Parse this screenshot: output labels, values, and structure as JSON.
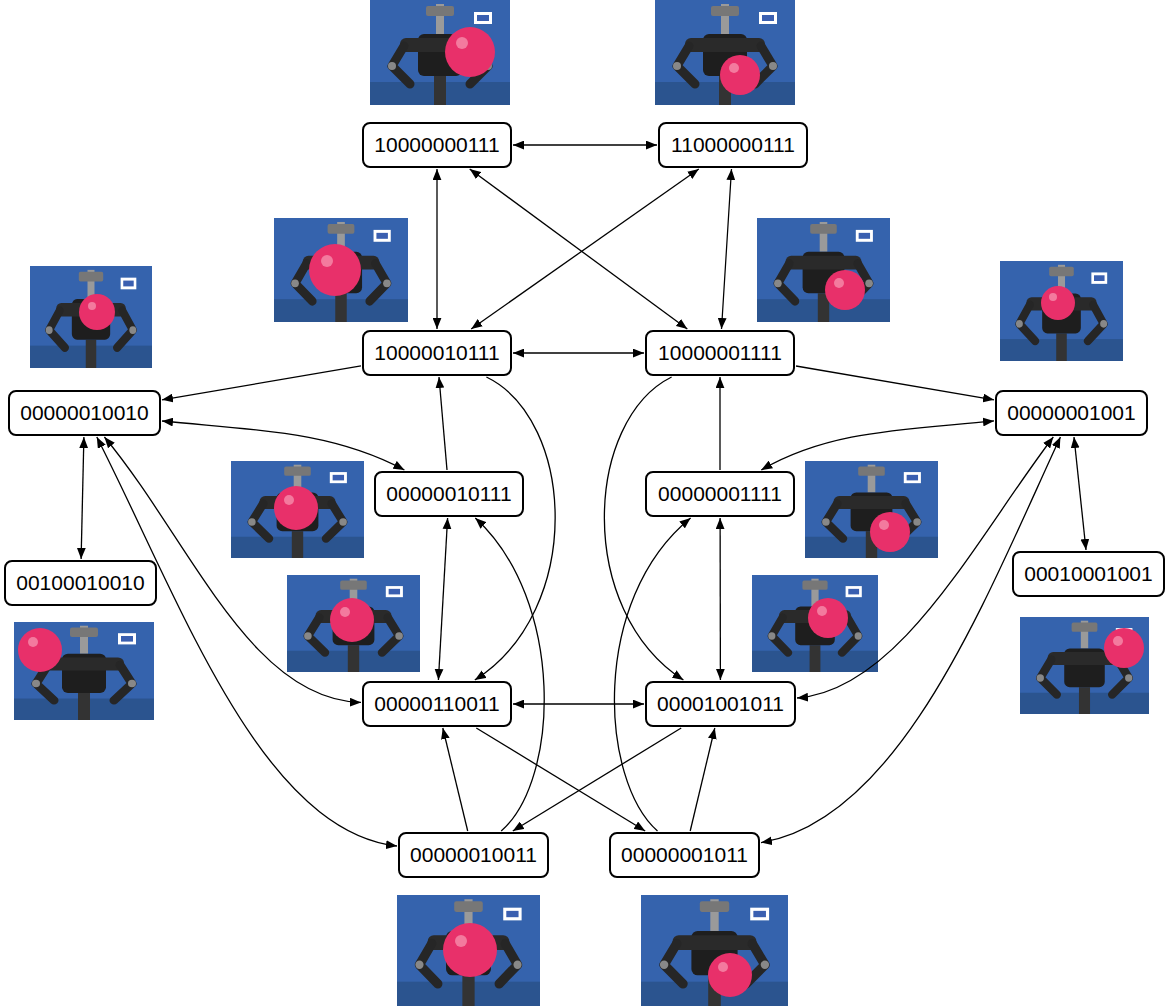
{
  "diagram": {
    "nodes": [
      {
        "text": [
          "10000000111"
        ]
      },
      {
        "text": [
          "11000000111"
        ]
      },
      {
        "text": [
          "10000010111"
        ]
      },
      {
        "text": [
          "10000001111"
        ]
      },
      {
        "text": [
          "00000010010"
        ]
      },
      {
        "text": [
          "00000001001"
        ]
      },
      {
        "text": [
          "00000010111"
        ]
      },
      {
        "text": [
          "00000001111"
        ]
      },
      {
        "text": [
          "00100010010"
        ]
      },
      {
        "text": [
          "00010001001"
        ]
      },
      {
        "text": [
          "00000110011"
        ]
      },
      {
        "text": [
          "00001001011"
        ]
      },
      {
        "text": [
          "00000010011"
        ]
      },
      {
        "text": [
          "00000001011"
        ]
      }
    ],
    "edges": [
      {
        "from": 0,
        "to": 1,
        "arrow": "both"
      },
      {
        "from": 0,
        "to": 2,
        "arrow": "both"
      },
      {
        "from": 1,
        "to": 3,
        "arrow": "both"
      },
      {
        "from": 0,
        "to": 3,
        "arrow": "both"
      },
      {
        "from": 1,
        "to": 2,
        "arrow": "both"
      },
      {
        "from": 2,
        "to": 3,
        "arrow": "both"
      },
      {
        "from": 2,
        "to": 4,
        "arrow": "to"
      },
      {
        "from": 3,
        "to": 5,
        "arrow": "to"
      },
      {
        "from": 6,
        "to": 2,
        "arrow": "to"
      },
      {
        "from": 7,
        "to": 3,
        "arrow": "to"
      },
      {
        "from": 4,
        "to": 6,
        "arrow": "both"
      },
      {
        "from": 5,
        "to": 7,
        "arrow": "both"
      },
      {
        "from": 4,
        "to": 8,
        "arrow": "both"
      },
      {
        "from": 5,
        "to": 9,
        "arrow": "both"
      },
      {
        "from": 6,
        "to": 10,
        "arrow": "both"
      },
      {
        "from": 7,
        "to": 11,
        "arrow": "both"
      },
      {
        "from": 10,
        "to": 11,
        "arrow": "both"
      },
      {
        "from": 2,
        "to": 10,
        "arrow": "to"
      },
      {
        "from": 3,
        "to": 11,
        "arrow": "to"
      },
      {
        "from": 4,
        "to": 10,
        "arrow": "both"
      },
      {
        "from": 4,
        "to": 12,
        "arrow": "both"
      },
      {
        "from": 5,
        "to": 11,
        "arrow": "both"
      },
      {
        "from": 5,
        "to": 13,
        "arrow": "both"
      },
      {
        "from": 12,
        "to": 10,
        "arrow": "to"
      },
      {
        "from": 13,
        "to": 11,
        "arrow": "to"
      },
      {
        "from": 12,
        "to": 6,
        "arrow": "to"
      },
      {
        "from": 13,
        "to": 7,
        "arrow": "to"
      },
      {
        "from": 11,
        "to": 12,
        "arrow": "to"
      },
      {
        "from": 10,
        "to": 13,
        "arrow": "to"
      }
    ]
  }
}
